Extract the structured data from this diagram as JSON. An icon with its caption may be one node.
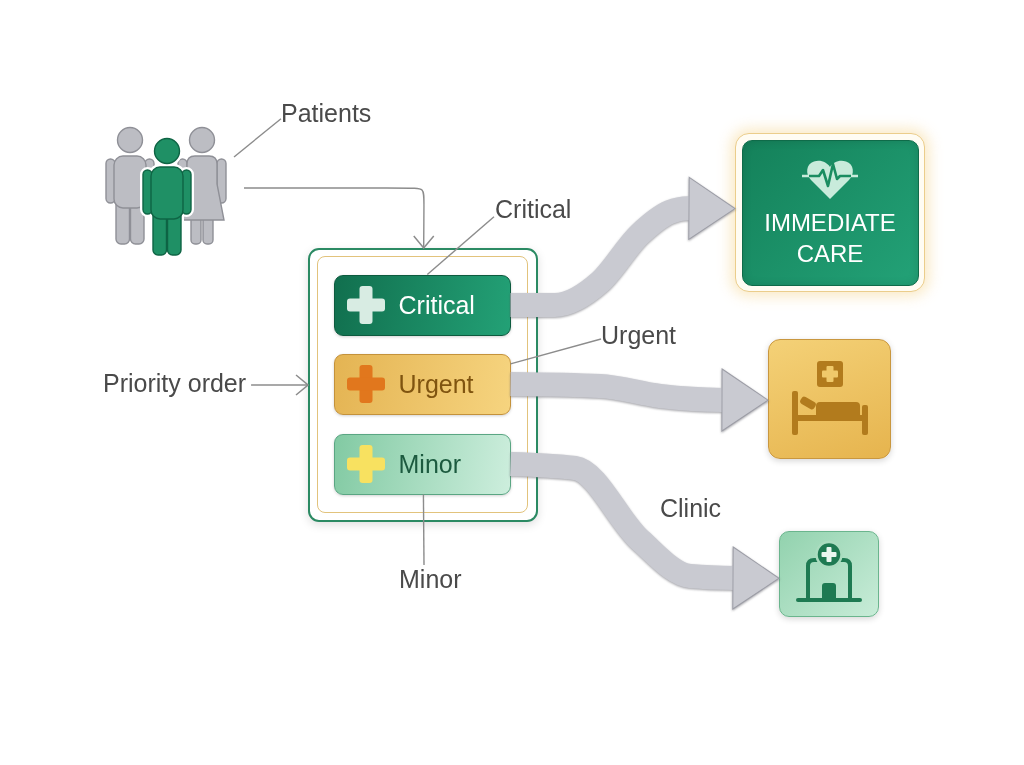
{
  "diagram": {
    "nodes": [
      {
        "text": [
          "Patients"
        ]
      },
      {
        "text": [],
        "shape": "person"
      },
      {
        "text": [],
        "shape": "box"
      },
      {
        "text": [],
        "shape": "box",
        "in": 2
      },
      {
        "text": [
          "Critical"
        ],
        "in": 3
      },
      {
        "text": [
          "Urgent"
        ],
        "in": 3
      },
      {
        "text": [
          "Minor"
        ],
        "in": 3
      },
      {
        "text": [
          "Critical"
        ]
      },
      {
        "text": [
          "Urgent"
        ]
      },
      {
        "text": [
          "Minor"
        ]
      },
      {
        "text": [
          "Priority order"
        ]
      },
      {
        "text": [
          "IMMEDIATE CARE"
        ]
      },
      {
        "text": [],
        "shape": "picture"
      },
      {
        "text": [],
        "shape": "picture"
      }
    ],
    "edges": [
      {
        "from": 0,
        "to": 1,
        "arrow": "none"
      },
      {
        "from": 1,
        "to": 2,
        "arrow": "to"
      },
      {
        "from": 7,
        "to": 4,
        "arrow": "none"
      },
      {
        "from": 8,
        "to": 5,
        "arrow": "none"
      },
      {
        "from": 9,
        "to": 6,
        "arrow": "none"
      },
      {
        "from": 10,
        "to": 2,
        "arrow": "to"
      },
      {
        "from": 4,
        "to": 11,
        "arrow": "to",
        "style": "thick"
      },
      {
        "from": 5,
        "to": 12,
        "arrow": "to",
        "style": "thick"
      },
      {
        "from": 6,
        "to": 13,
        "arrow": "to",
        "style": "thick",
        "label": "Clinic"
      }
    ]
  }
}
